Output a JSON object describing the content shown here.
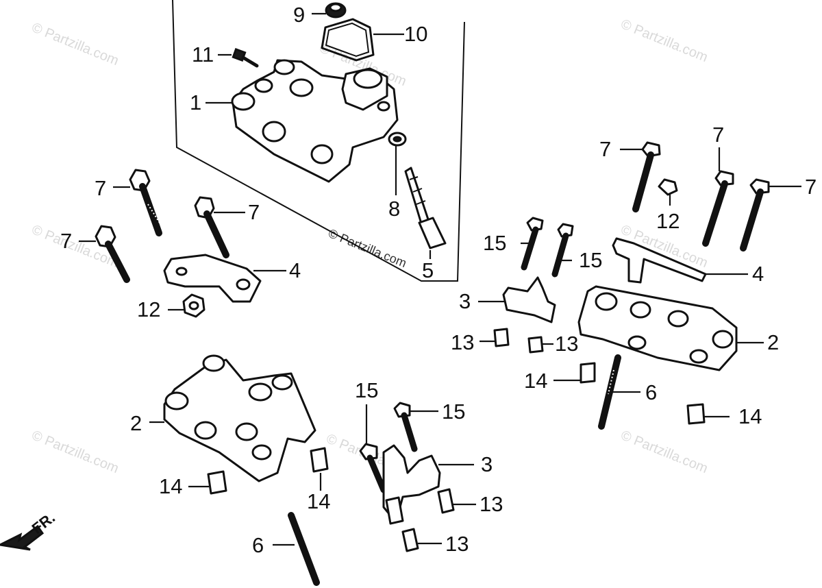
{
  "watermark": "© Partzilla.com",
  "direction_marker": "FR.",
  "callouts": {
    "n1": "1",
    "n2a": "2",
    "n2b": "2",
    "n3a": "3",
    "n3b": "3",
    "n4a": "4",
    "n4b": "4",
    "n5": "5",
    "n6a": "6",
    "n6b": "6",
    "n7a": "7",
    "n7b": "7",
    "n7c": "7",
    "n7d": "7",
    "n7e": "7",
    "n7f": "7",
    "n8": "8",
    "n9": "9",
    "n10": "10",
    "n11": "11",
    "n12a": "12",
    "n12b": "12",
    "n13a": "13",
    "n13b": "13",
    "n13c": "13",
    "n13d": "13",
    "n14a": "14",
    "n14b": "14",
    "n14c": "14",
    "n14d": "14",
    "n15a": "15",
    "n15b": "15",
    "n15c": "15",
    "n15d": "15"
  }
}
